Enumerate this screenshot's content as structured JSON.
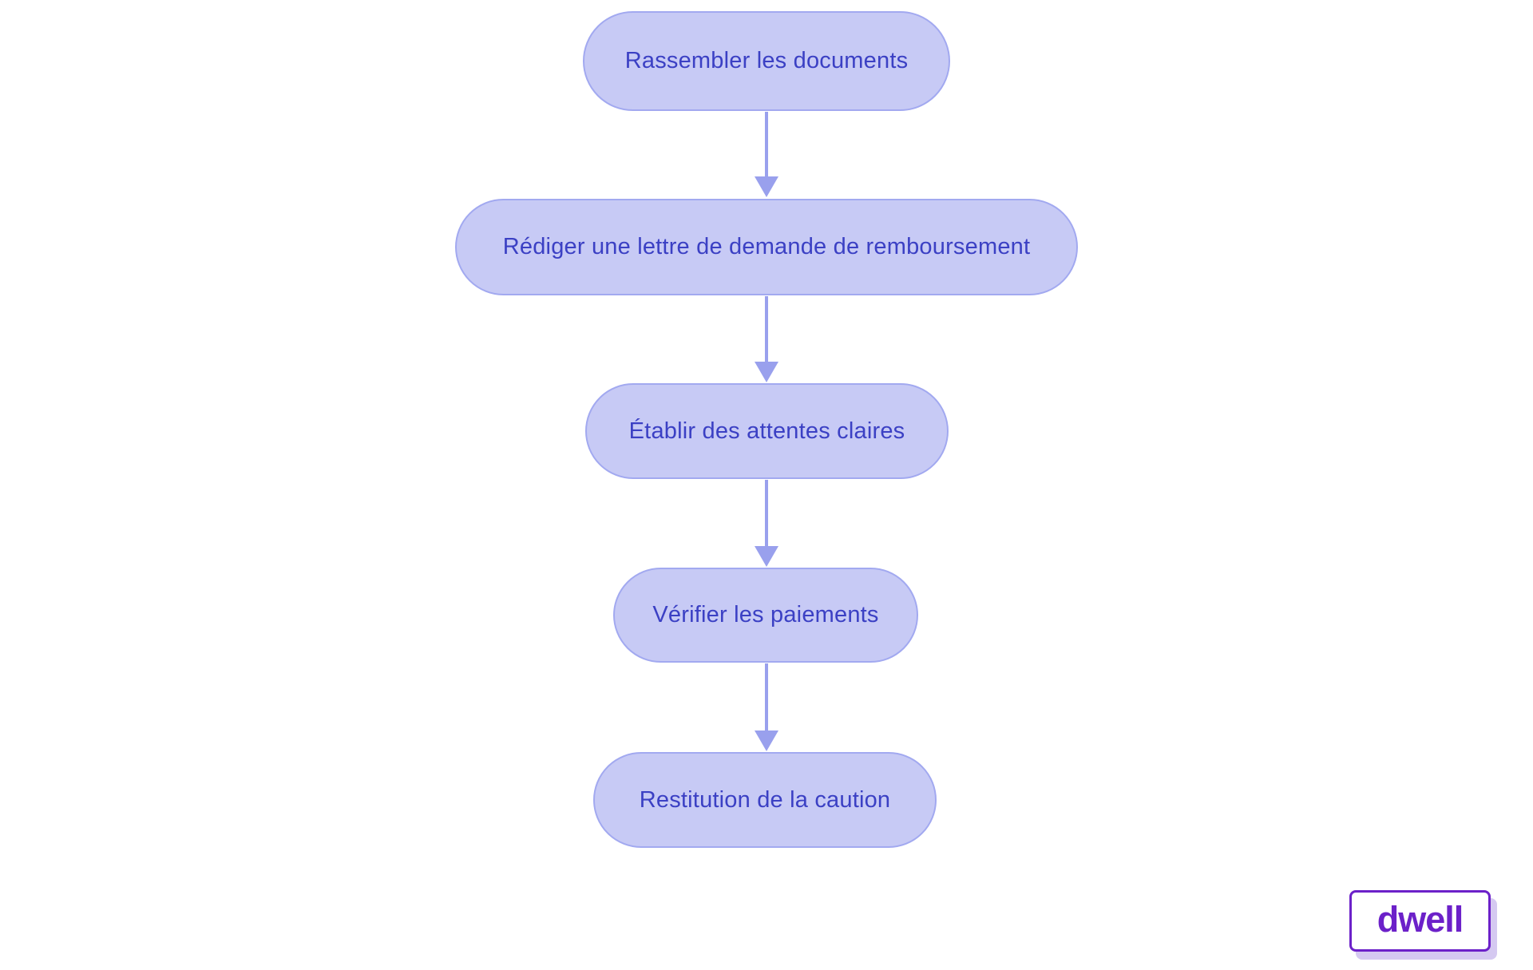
{
  "flowchart": {
    "description": "Vertical process flow of 5 steps connected by downward arrows",
    "steps": [
      {
        "label": "Rassembler les documents"
      },
      {
        "label": "Rédiger une lettre de demande de remboursement"
      },
      {
        "label": "Établir des attentes claires"
      },
      {
        "label": "Vérifier les paiements"
      },
      {
        "label": "Restitution de la caution"
      }
    ]
  },
  "logo": {
    "text": "dwell"
  },
  "colors": {
    "background": "#ffffff",
    "node_fill": "#c7caf5",
    "node_border": "#a2a9f0",
    "node_text": "#3b40c4",
    "arrow": "#99a0ed",
    "logo_purple": "#6c21c9",
    "logo_shadow": "#d5c9f1"
  }
}
